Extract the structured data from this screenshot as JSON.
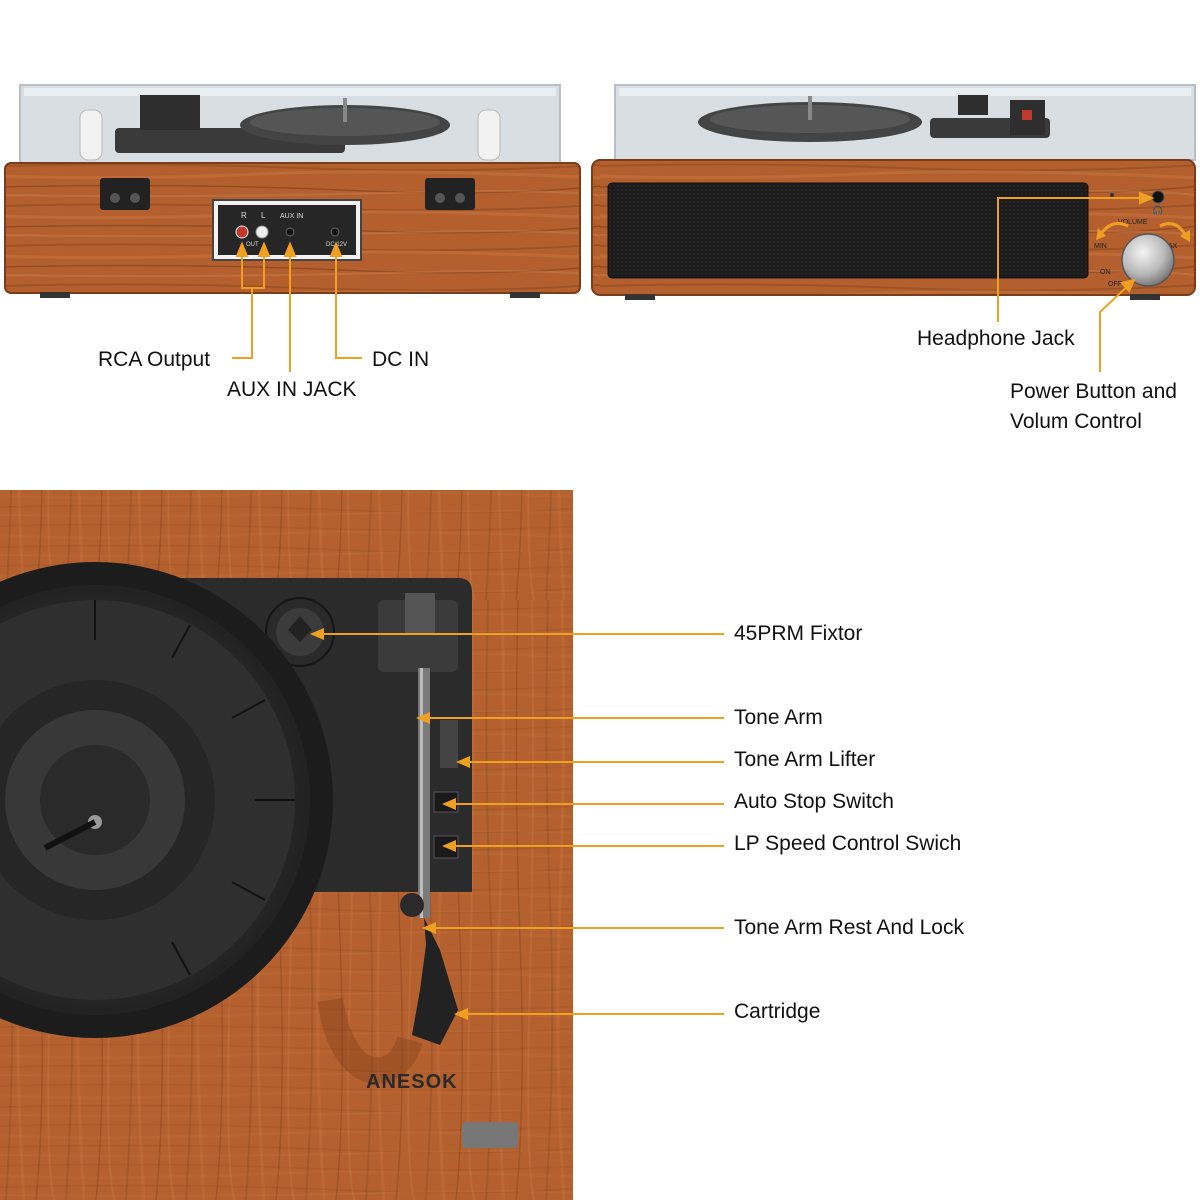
{
  "colors": {
    "callout": "#f0a020",
    "wood_light": "#b8612e",
    "wood_dark": "#8a4520",
    "panel_black": "#2a2a2a",
    "grille": "#1e1e1e",
    "cover": "#d5dbe0"
  },
  "top_left": {
    "jack_labels": [
      "R",
      "L",
      "AUX IN",
      "DC 12V",
      "OUT"
    ],
    "callouts": {
      "rca_output": "RCA Output",
      "aux_in_jack": "AUX IN JACK",
      "dc_in": "DC IN"
    }
  },
  "top_right": {
    "knob_labels": [
      "VOLUME",
      "MIN",
      "MAX",
      "ON",
      "OFF"
    ],
    "callouts": {
      "headphone_jack": "Headphone Jack",
      "power_volume_line1": "Power Button and",
      "power_volume_line2": "Volum Control"
    }
  },
  "bottom": {
    "brand": "ANESOK",
    "callouts": [
      "45PRM Fixtor",
      "Tone Arm",
      "Tone Arm Lifter",
      "Auto Stop Switch",
      "LP Speed Control Swich",
      "Tone Arm Rest And Lock",
      "Cartridge"
    ]
  }
}
